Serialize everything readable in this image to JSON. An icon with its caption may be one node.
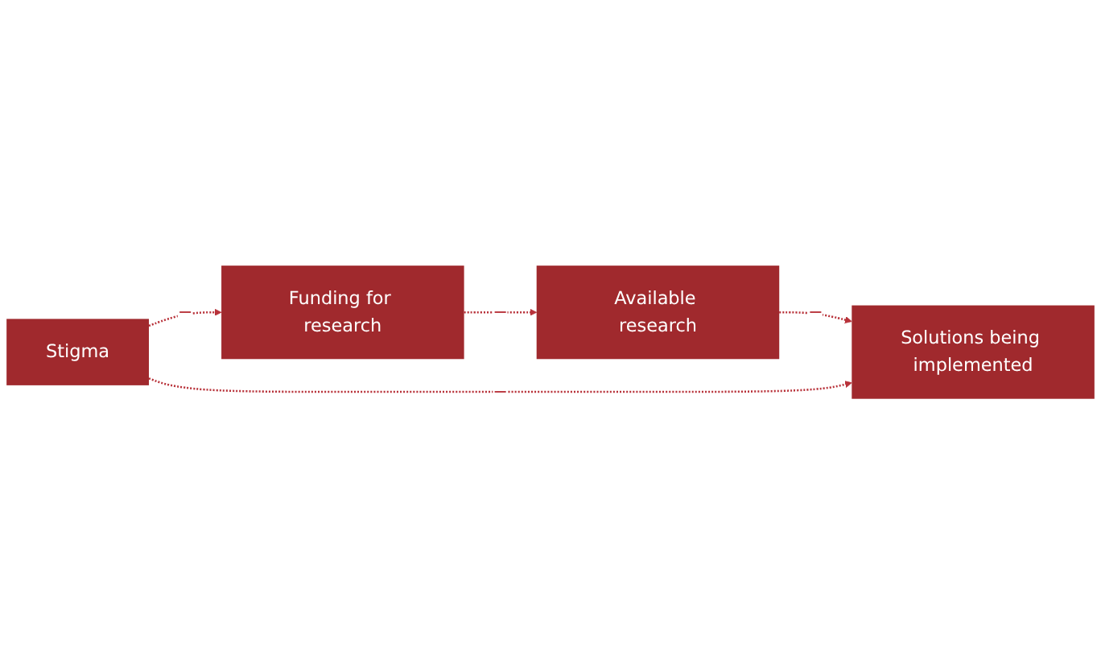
{
  "diagram": {
    "nodes": [
      {
        "text": [
          "Stigma"
        ]
      },
      {
        "text": [
          "Funding for research"
        ]
      },
      {
        "text": [
          "Available research"
        ]
      },
      {
        "text": [
          "Solutions being implemented"
        ]
      }
    ],
    "edges": [
      {
        "from": 0,
        "to": 1,
        "arrow": "to",
        "label": "−",
        "style": "dashed"
      },
      {
        "from": 1,
        "to": 2,
        "arrow": "to",
        "label": "−",
        "style": "dashed"
      },
      {
        "from": 2,
        "to": 3,
        "arrow": "to",
        "label": "−",
        "style": "dashed"
      },
      {
        "from": 0,
        "to": 3,
        "arrow": "to",
        "label": "−",
        "style": "dashed"
      }
    ]
  }
}
